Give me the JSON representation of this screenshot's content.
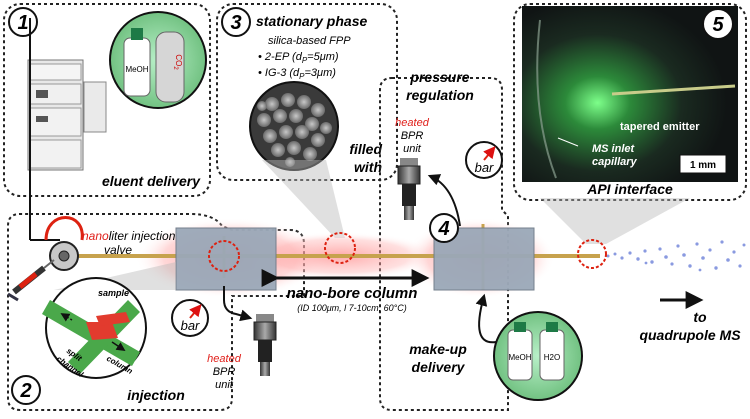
{
  "panels": {
    "p1": {
      "number": "1",
      "label": "eluent delivery"
    },
    "p2": {
      "number": "2",
      "label": "injection"
    },
    "p3": {
      "number": "3",
      "title": "stationary phase",
      "line1": "silica-based FPP",
      "bullet1": "2-EP (d",
      "sub1": "P",
      "end1": "=5μm)",
      "bullet2": "IG-3 (d",
      "sub2": "P",
      "end2": "=3μm)",
      "caption_a": "filled",
      "caption_b": "with"
    },
    "p4": {
      "number": "4",
      "title_a": "pressure",
      "title_b": "regulation",
      "makeup_a": "make-up",
      "makeup_b": "delivery"
    },
    "p5": {
      "number": "5",
      "label": "API interface",
      "emitter": "tapered emitter",
      "inlet_a": "MS inlet",
      "inlet_b": "capillary",
      "scale": "1 mm"
    }
  },
  "labels": {
    "injection_valve_colored": "nano",
    "injection_valve_rest": "liter injection",
    "injection_valve_line2": "valve",
    "column": "nano-bore column",
    "column_spec": "(ID 100μm, l 7-10cm, 60°C)",
    "to_a": "to",
    "to_b": "quadrupole MS",
    "bpr_heated": "heated",
    "bpr_name": "BPR",
    "bpr_unit": "unit",
    "gauge": "bar",
    "inset_sample": "sample",
    "inset_split_a": "split",
    "inset_split_b": "channel",
    "inset_column": "column",
    "bottle_meoh": "MeOH",
    "bottle_co2": "CO",
    "bottle_co2_sub": "2",
    "bottle_meoh2": "MeOH",
    "bottle_h2o": "H2O"
  },
  "colors": {
    "heated": "#e0201b",
    "dashed_border": "#222222",
    "chip": "#9aa8b8",
    "glow": "#ff9a9a",
    "column": "#c7a24d",
    "spray": "#8a9ae0"
  }
}
